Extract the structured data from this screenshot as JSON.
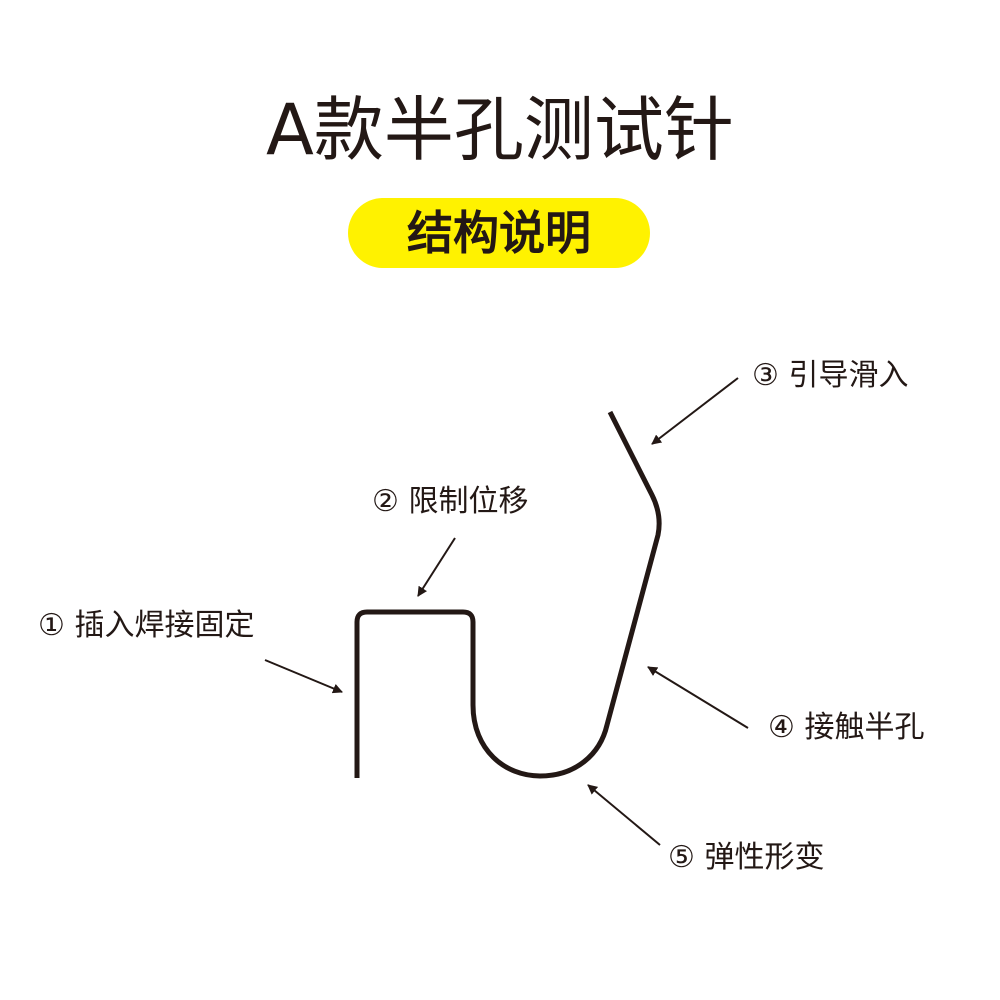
{
  "title": "A款半孔测试针",
  "subtitle": "结构说明",
  "colors": {
    "highlight": "#fff200",
    "ink": "#231815"
  },
  "labels": [
    {
      "num": "①",
      "text": "插入焊接固定"
    },
    {
      "num": "②",
      "text": "限制位移"
    },
    {
      "num": "③",
      "text": "引导滑入"
    },
    {
      "num": "④",
      "text": "接触半孔"
    },
    {
      "num": "⑤",
      "text": "弹性形变"
    }
  ]
}
